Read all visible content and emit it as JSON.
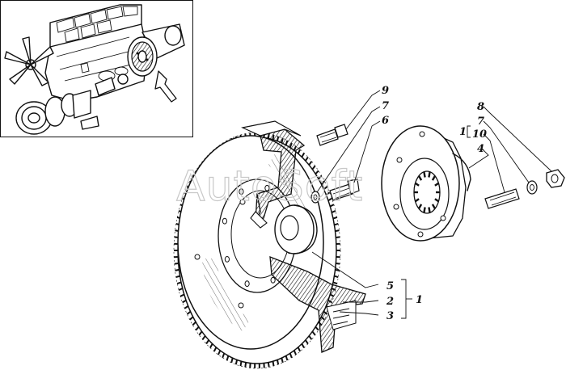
{
  "watermark": "AutoSoft",
  "callouts": {
    "c9": "9",
    "c7_left": "7",
    "c6": "6",
    "c8": "8",
    "c7_right": "7",
    "c10": "10",
    "c1_right": "1",
    "c4": "4",
    "c5": "5",
    "c2": "2",
    "c3": "3",
    "c1_bottom": "1"
  }
}
